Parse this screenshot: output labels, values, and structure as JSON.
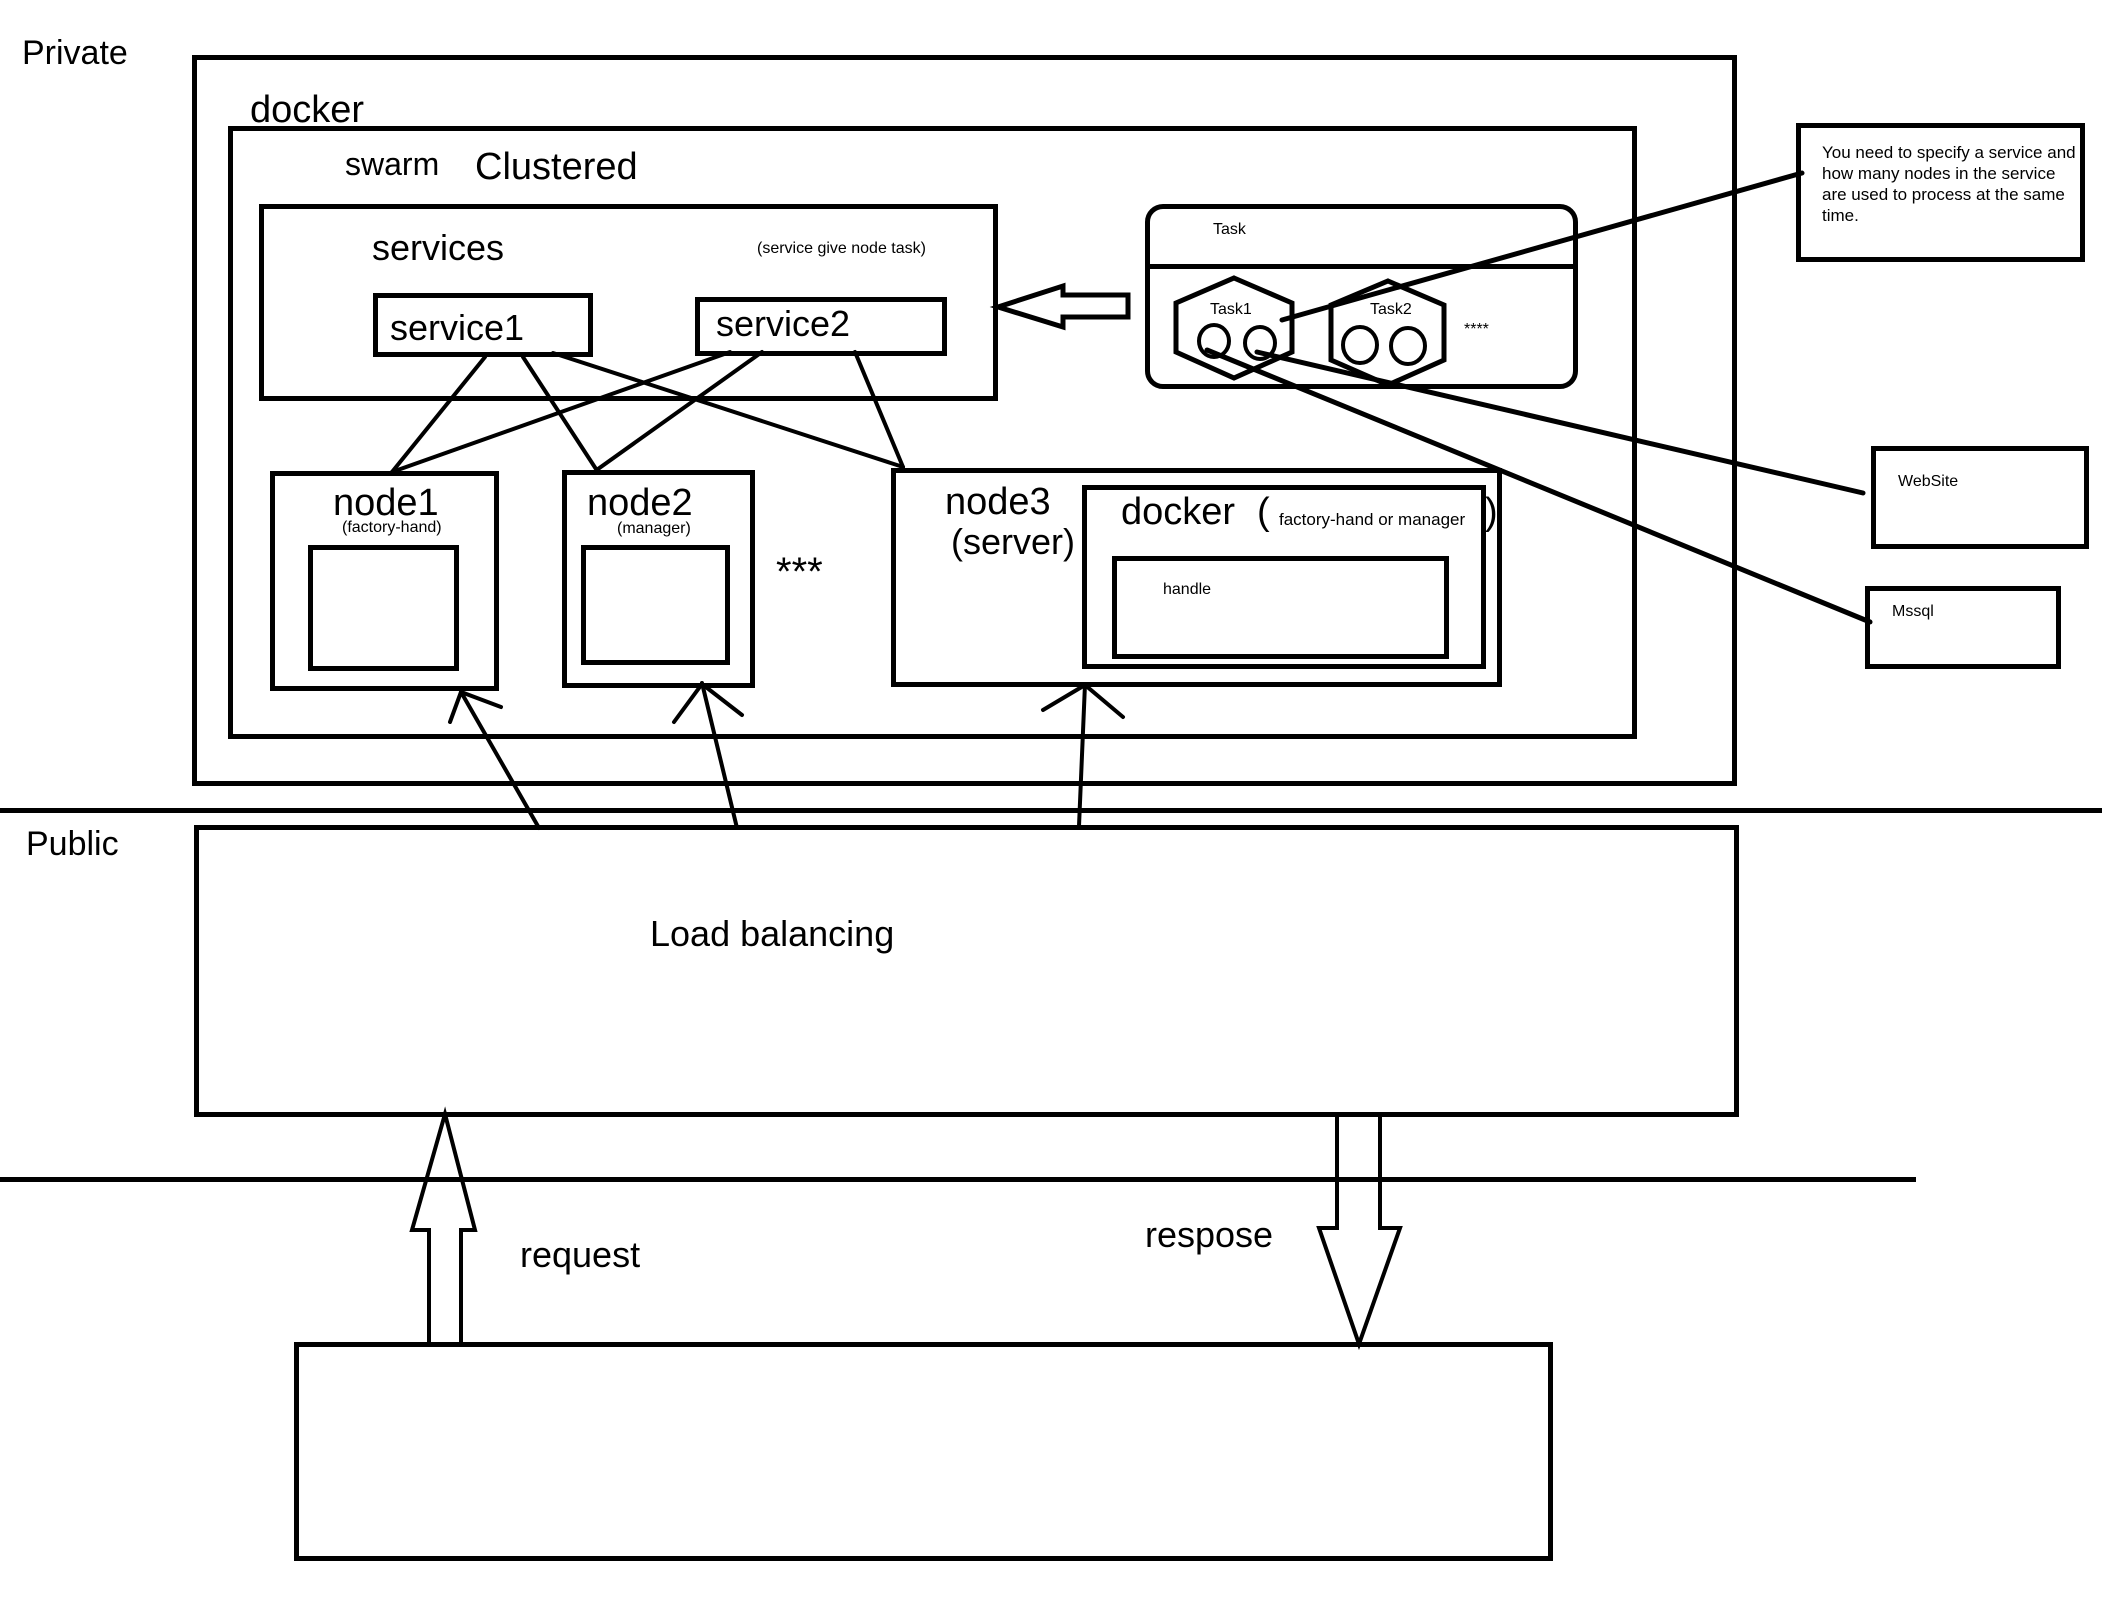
{
  "zones": {
    "private": "Private",
    "public": "Public"
  },
  "docker_host": {
    "title": "docker"
  },
  "swarm": {
    "title_part1": "swarm",
    "title_part2": "Clustered"
  },
  "services": {
    "title": "services",
    "note": "(service give node task)",
    "items": [
      {
        "label": "service1"
      },
      {
        "label": "service2"
      }
    ]
  },
  "task_panel": {
    "title": "Task",
    "tasks": [
      {
        "label": "Task1"
      },
      {
        "label": "Task2"
      }
    ],
    "more": "****"
  },
  "annotation": {
    "lines": [
      "You need to specify a service and",
      "how many nodes in the service",
      "are used to process at the same",
      "time."
    ]
  },
  "targets": {
    "website": "WebSite",
    "mssql": "Mssql"
  },
  "nodes": [
    {
      "name": "node1",
      "role": "(factory-hand)"
    },
    {
      "name": "node2",
      "role": "(manager)"
    },
    {
      "name": "node3",
      "role": "(server)",
      "docker": {
        "title": "docker",
        "open_paren": "(",
        "role": "factory-hand or manager",
        "close_paren": ")",
        "inner_label": "handle"
      }
    }
  ],
  "nodes_more": "***",
  "load_balancer": {
    "label": "Load balancing"
  },
  "flows": {
    "request": "request",
    "response": "respose"
  },
  "connections": [
    {
      "from": "service1",
      "to": "node1"
    },
    {
      "from": "service1",
      "to": "node2"
    },
    {
      "from": "service1",
      "to": "node3"
    },
    {
      "from": "service2",
      "to": "node1"
    },
    {
      "from": "service2",
      "to": "node2"
    },
    {
      "from": "service2",
      "to": "node3"
    },
    {
      "from": "load-balancing",
      "to": "node1"
    },
    {
      "from": "load-balancing",
      "to": "node2"
    },
    {
      "from": "load-balancing",
      "to": "node3"
    },
    {
      "from": "task",
      "to": "services"
    },
    {
      "from": "annotation",
      "to": "Task1"
    },
    {
      "from": "Task1",
      "to": "WebSite"
    },
    {
      "from": "Task1",
      "to": "Mssql"
    }
  ]
}
